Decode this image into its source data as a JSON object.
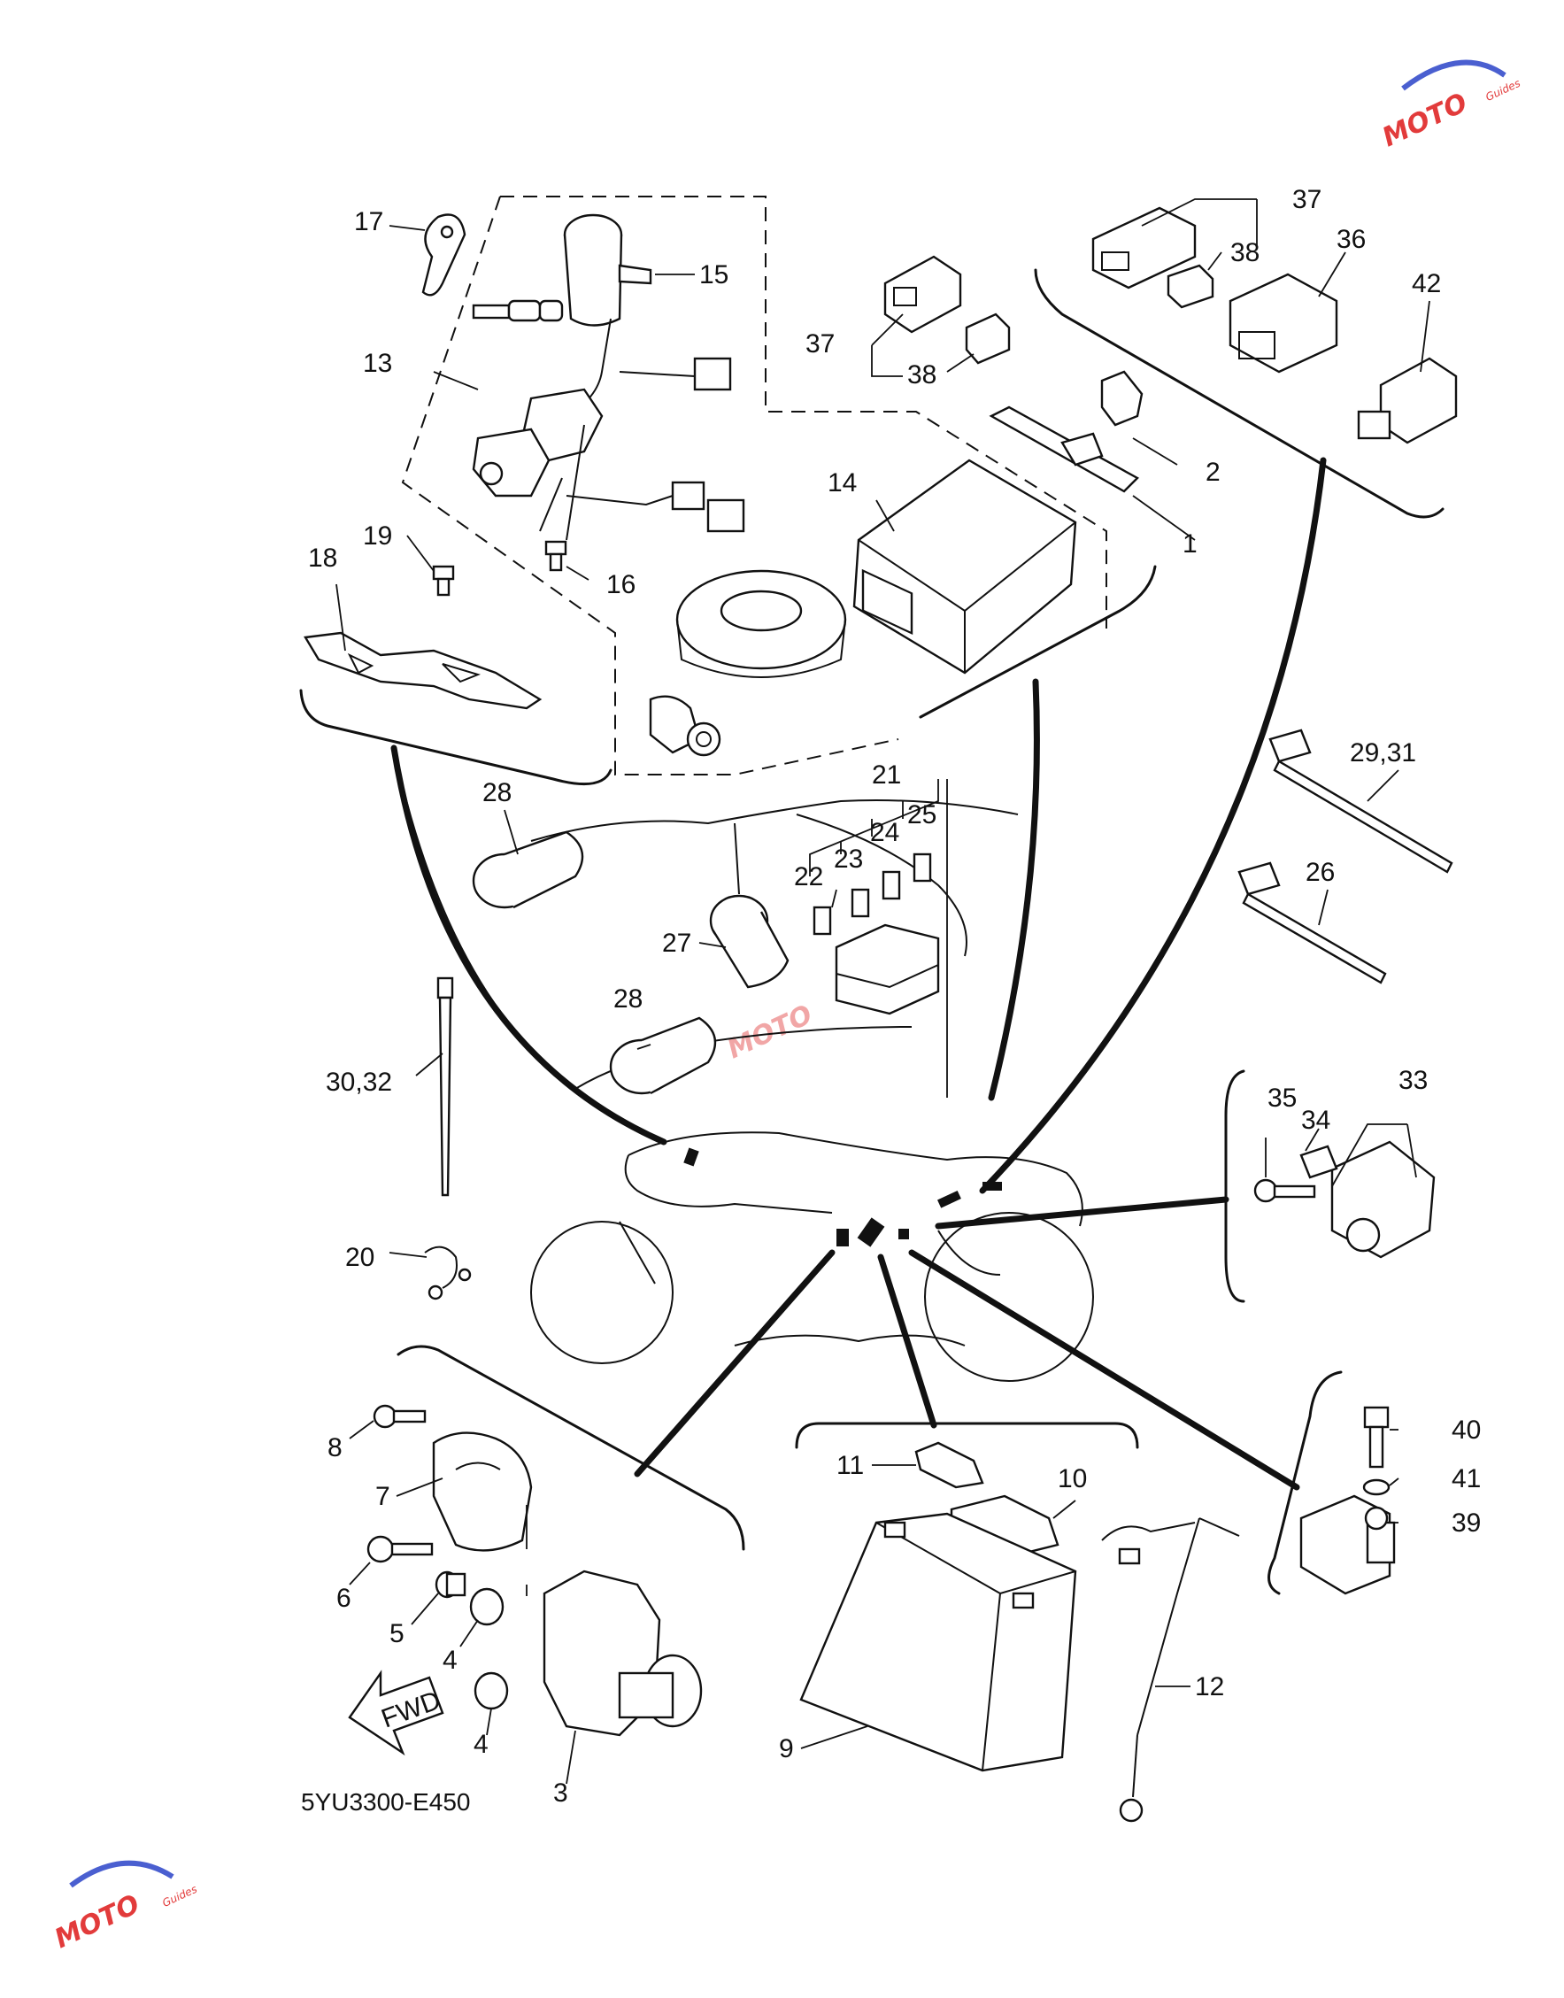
{
  "diagram": {
    "labels": {
      "l1": "1",
      "l2": "2",
      "l3": "3",
      "l4a": "4",
      "l4b": "4",
      "l5": "5",
      "l6": "6",
      "l7": "7",
      "l8": "8",
      "l9": "9",
      "l10": "10",
      "l11": "11",
      "l12": "12",
      "l13": "13",
      "l14": "14",
      "l15": "15",
      "l16": "16",
      "l17": "17",
      "l18": "18",
      "l19": "19",
      "l20": "20",
      "l21": "21",
      "l22": "22",
      "l23": "23",
      "l24": "24",
      "l25": "25",
      "l26": "26",
      "l27": "27",
      "l28a": "28",
      "l28b": "28",
      "l2931": "29,31",
      "l3032": "30,32",
      "l33": "33",
      "l34": "34",
      "l35": "35",
      "l36": "36",
      "l37a": "37",
      "l37b": "37",
      "l38a": "38",
      "l38b": "38",
      "l39": "39",
      "l40": "40",
      "l41": "41",
      "l42": "42"
    },
    "diagram_code": "5YU3300-E450",
    "fwd_arrow": "FWD",
    "watermark": {
      "brand": "MOTO",
      "tagline": "Guides"
    },
    "colors": {
      "line": "#111111",
      "watermark_red": "#e23b3b",
      "watermark_blue": "#4a5fd0"
    }
  }
}
